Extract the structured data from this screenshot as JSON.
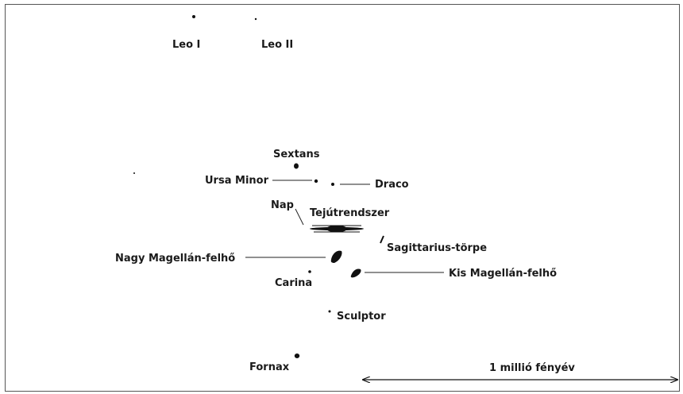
{
  "labels": {
    "leo_i": "Leo I",
    "leo_ii": "Leo II",
    "sextans": "Sextans",
    "ursa_minor": "Ursa Minor",
    "draco": "Draco",
    "nap": "Nap",
    "milky_way": "Tejútrendszer",
    "sagittarius": "Sagittarius-törpe",
    "lmc": "Nagy Magellán-felhő",
    "smc": "Kis Magellán-felhő",
    "carina": "Carina",
    "sculptor": "Sculptor",
    "fornax": "Fornax"
  },
  "scale_bar": {
    "label": "1 millió fényév"
  },
  "colors": {
    "ink": "#111111",
    "frame": "#555555",
    "background": "#ffffff"
  }
}
